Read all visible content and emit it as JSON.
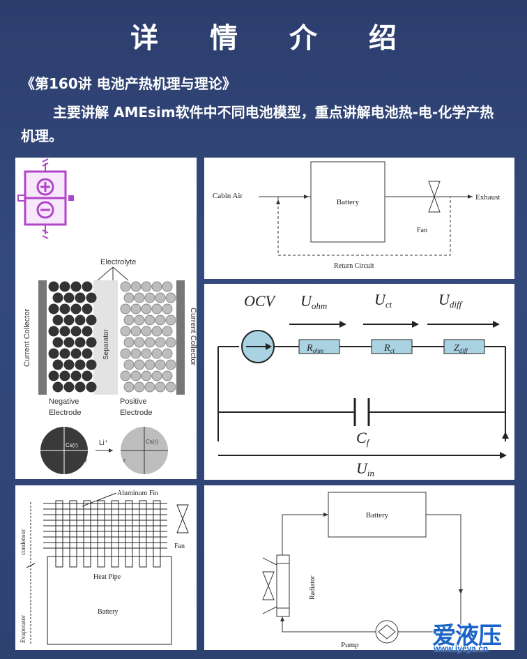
{
  "header": {
    "title": "详 情 介 绍",
    "lesson": "《第160讲 电池产热机理与理论》",
    "description": "主要讲解 AMEsim软件中不同电池模型，重点讲解电池热-电-化学产热机理。"
  },
  "cell_diagram": {
    "electrolyte": "Electrolyte",
    "current_collector": "Current Collector",
    "separator": "Separator",
    "negative_electrode_1": "Negative",
    "negative_electrode_2": "Electrode",
    "positive_electrode_1": "Positive",
    "positive_electrode_2": "Electrode",
    "li_label": "Li⁺",
    "r_label": "r",
    "cs_label": "Cs(r)",
    "colors": {
      "icon": "#b244c9",
      "dark_particle": "#333333",
      "light_particle": "#bdbdbd"
    }
  },
  "air_cooling": {
    "cabin_air": "Cabin Air",
    "battery": "Battery",
    "exhaust": "Exhaust",
    "fan": "Fan",
    "return_circuit": "Return Circuit"
  },
  "circuit": {
    "ocv": "OCV",
    "u_ohm": "U",
    "u_ohm_sub": "ohm",
    "u_ct": "U",
    "u_ct_sub": "ct",
    "u_diff": "U",
    "u_diff_sub": "diff",
    "r_ohm": "R",
    "r_ohm_sub": "ohm",
    "r_ct": "R",
    "r_ct_sub": "ct",
    "z_diff": "Z",
    "z_diff_sub": "diff",
    "c_f": "C",
    "c_f_sub": "f",
    "u_in": "U",
    "u_in_sub": "in",
    "colors": {
      "component": "#a9d3e3"
    }
  },
  "heat_pipe": {
    "aluminum_fin": "Aluminum Fin",
    "fan": "Fan",
    "condensor": "condensor",
    "heat_pipe": "Heat Pipe",
    "evaporator": "Evaporator",
    "battery": "Battery"
  },
  "liquid_cooling": {
    "battery": "Battery",
    "radiator": "Radiator",
    "pump": "Pump"
  },
  "watermark": {
    "brand": "爱液压",
    "url": "www.iyeya.cn"
  }
}
